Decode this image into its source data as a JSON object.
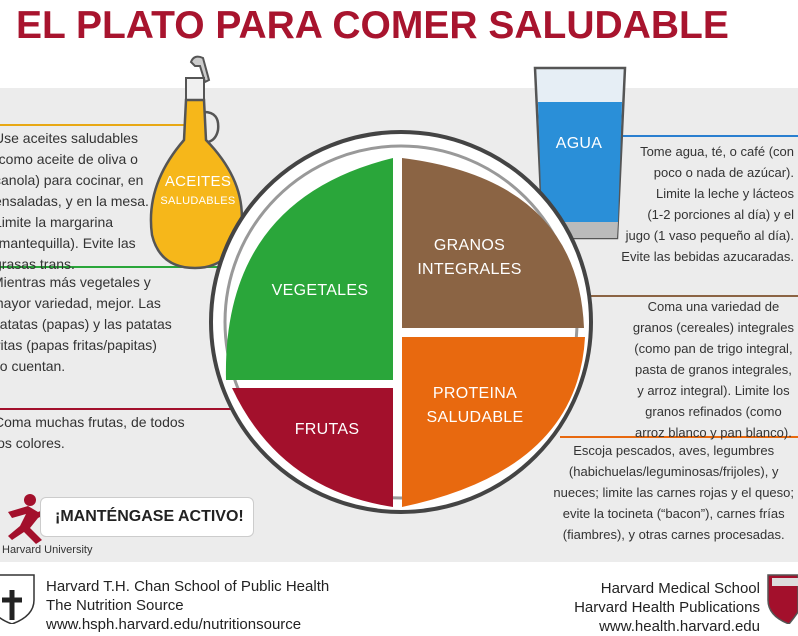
{
  "title": "EL PLATO PARA COMER SALUDABLE",
  "plate": {
    "vegetables": "VEGETALES",
    "grains": [
      "GRANOS",
      "INTEGRALES"
    ],
    "fruits": "FRUTAS",
    "protein": [
      "PROTEINA",
      "SALUDABLE"
    ]
  },
  "oil": {
    "label": [
      "ACEITES",
      "SALUDABLES"
    ],
    "text": [
      "Use aceites saludables",
      "(como aceite de oliva o",
      "canola) para cocinar, en",
      "ensaladas, y en la mesa.",
      "Limite la margarina",
      "(mantequilla). Evite las",
      "grasas trans."
    ]
  },
  "vegetables_text": [
    "Mientras más vegetales y",
    "mayor variedad, mejor. Las",
    "patatas (papas) y las patatas",
    "fritas (papas fritas/papitas)",
    "no cuentan."
  ],
  "fruits_text": [
    "Coma muchas frutas, de todos",
    "los colores."
  ],
  "water": {
    "label": "AGUA",
    "text": [
      "Tome agua, té, o café (con",
      "poco o nada de azúcar).",
      "Limite la leche y lácteos",
      "(1-2 porciones al día) y el",
      "jugo (1 vaso pequeño al día).",
      "Evite las bebidas azucaradas."
    ]
  },
  "grains_text": [
    "Coma una variedad de",
    "granos (cereales) integrales",
    "(como pan de trigo integral,",
    "pasta de granos integrales,",
    "y arroz integral). Limite los",
    "granos refinados (como",
    "arroz blanco y pan blanco)."
  ],
  "protein_text": [
    "Escoja pescados, aves, legumbres",
    "(habichuelas/leguminosas/frijoles), y",
    "nueces; limite las carnes rojas y el queso;",
    "evite la tocineta (“bacon”), carnes frías",
    "(fiambres), y otras carnes procesadas."
  ],
  "active": "¡MANTÉNGASE ACTIVO!",
  "harvard_university": "Harvard University",
  "footer_left": [
    "Harvard T.H. Chan School of Public Health",
    "The Nutrition Source",
    "www.hsph.harvard.edu/nutritionsource"
  ],
  "footer_right": [
    "Harvard Medical School",
    "Harvard Health Publications",
    "www.health.harvard.edu"
  ],
  "colors": {
    "title": "#a8142e",
    "green": "#2aa63a",
    "brown": "#8b6444",
    "red": "#a3102c",
    "orange": "#e8690f",
    "oil": "#f6b71a",
    "water": "#2a8fd8"
  }
}
